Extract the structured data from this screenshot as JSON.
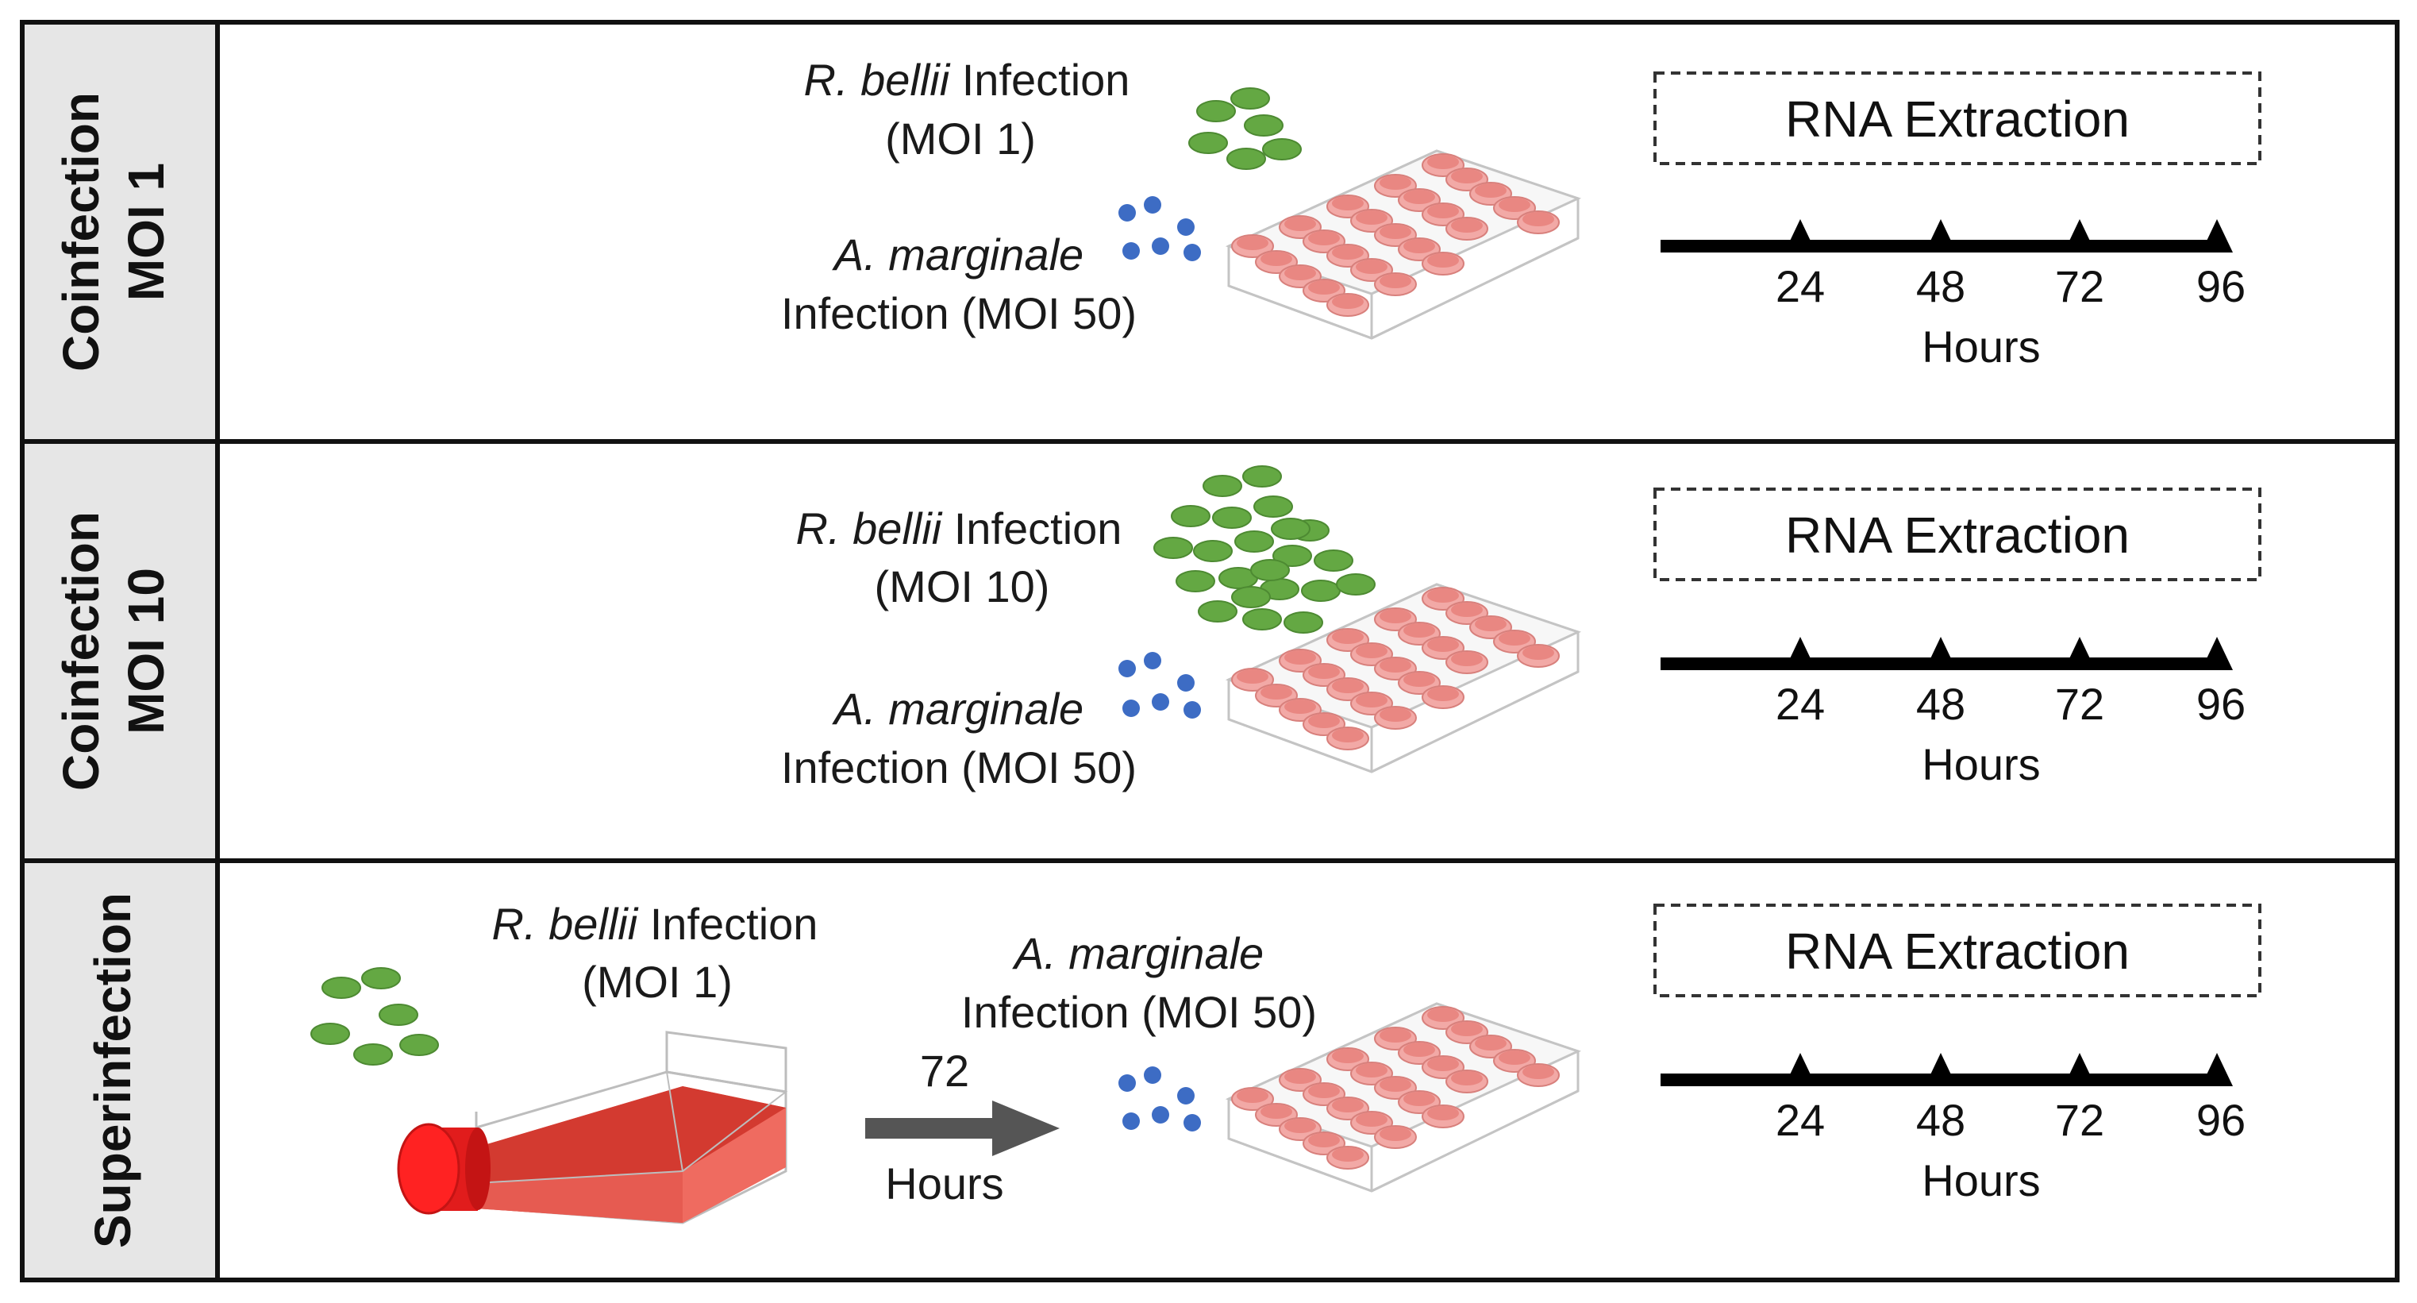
{
  "rows": [
    {
      "side_line1": "Coinfection",
      "side_line2": "MOI 1",
      "rb_name": "R. bellii",
      "rb_infection": "Infection",
      "rb_moi": "(MOI 1)",
      "am_name": "A. marginale",
      "am_infection": "Infection (MOI 50)",
      "box_title": "RNA Extraction",
      "ticks": [
        "24",
        "48",
        "72",
        "96"
      ],
      "units": "Hours"
    },
    {
      "side_line1": "Coinfection",
      "side_line2": "MOI 10",
      "rb_name": "R. bellii",
      "rb_infection": "Infection",
      "rb_moi": "(MOI 10)",
      "am_name": "A. marginale",
      "am_infection": "Infection (MOI 50)",
      "box_title": "RNA Extraction",
      "ticks": [
        "24",
        "48",
        "72",
        "96"
      ],
      "units": "Hours"
    },
    {
      "side_line1": "Superinfection",
      "rb_name": "R. bellii",
      "rb_infection": "Infection",
      "rb_moi": "(MOI 1)",
      "am_name": "A. marginale",
      "am_infection": "Infection (MOI 50)",
      "arrow_value": "72",
      "arrow_units": "Hours",
      "box_title": "RNA Extraction",
      "ticks": [
        "24",
        "48",
        "72",
        "96"
      ],
      "units": "Hours"
    }
  ],
  "colors": {
    "rbellii_green": "#64a843",
    "amarginale_blue": "#3d6cc4",
    "culture_red": "#e0493e",
    "well_pink": "#f0a3a0",
    "side_panel": "#e6e6e6"
  }
}
